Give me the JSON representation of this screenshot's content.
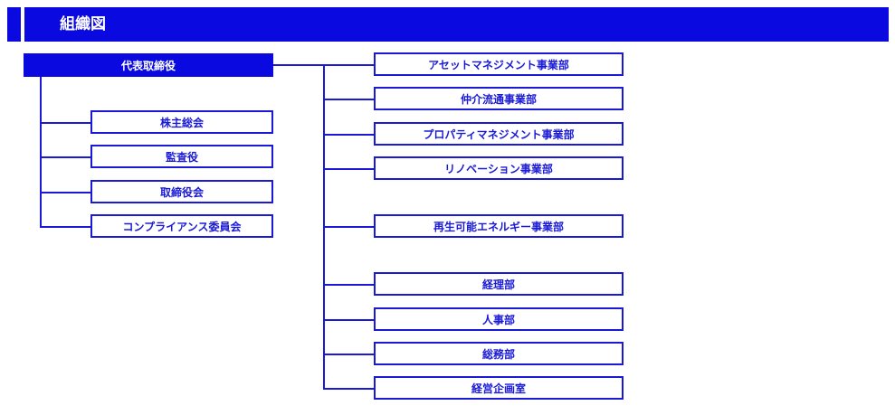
{
  "header": {
    "title": "組織図"
  },
  "chart": {
    "root": "代表取締役",
    "left_units": [
      "株主総会",
      "監査役",
      "取締役会",
      "コンプライアンス委員会"
    ],
    "right_units": [
      "アセットマネジメント事業部",
      "仲介流通事業部",
      "プロパティマネジメント事業部",
      "リノベーション事業部",
      "再生可能エネルギー事業部",
      "経理部",
      "人事部",
      "総務部",
      "経営企画室"
    ]
  },
  "colors": {
    "accent": "#0a0ae0",
    "line": "#1a1ad6",
    "background": "#ffffff"
  }
}
